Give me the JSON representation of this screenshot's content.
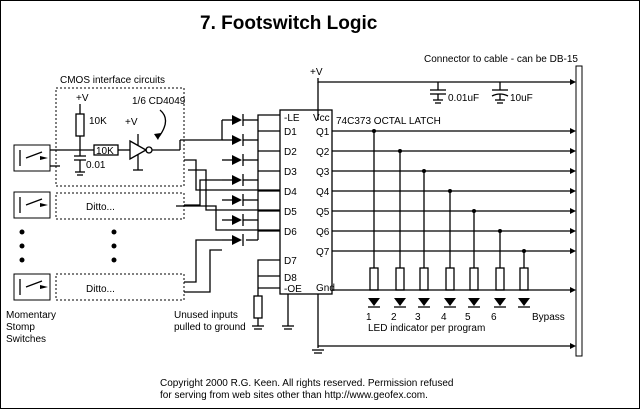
{
  "title": "7. Footswitch Logic",
  "labels": {
    "connector": "Connector to cable - can be DB-15",
    "vplus_top": "+V",
    "cap1": "0.01uF",
    "cap2": "10uF",
    "cmos": "CMOS interface circuits",
    "vplus_left": "+V",
    "r10k_a": "10K",
    "gate": "1/6 CD4049",
    "vplus_gate": "+V",
    "r10k_b": "10K",
    "c001": "0.01",
    "ditto1": "Ditto...",
    "ditto2": "Ditto...",
    "le": "-LE",
    "vcc": "Vcc",
    "chip": "74C373 OCTAL LATCH",
    "d1": "D1",
    "d2": "D2",
    "d3": "D3",
    "d4": "D4",
    "d5": "D5",
    "d6": "D6",
    "d7": "D7",
    "d8": "D8",
    "q1": "Q1",
    "q2": "Q2",
    "q3": "Q3",
    "q4": "Q4",
    "q5": "Q5",
    "q6": "Q6",
    "q7": "Q7",
    "oe": "-OE",
    "gnd": "Gnd",
    "unused1": "Unused inputs",
    "unused2": "pulled to ground",
    "mom1": "Momentary",
    "mom2": "Stomp",
    "mom3": "Switches",
    "led_label": "LED indicator per program",
    "n1": "1",
    "n2": "2",
    "n3": "3",
    "n4": "4",
    "n5": "5",
    "n6": "6",
    "bypass": "Bypass",
    "copy1": "Copyright 2000 R.G. Keen. All rights reserved. Permission refused",
    "copy2": "for serving from  web sites other than http://www.geofex.com."
  }
}
